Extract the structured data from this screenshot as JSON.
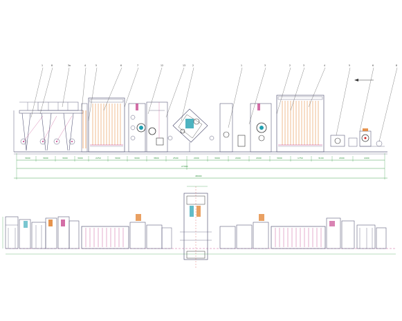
{
  "drawing": {
    "callouts_top_elevation": [
      "1",
      "8",
      "3a",
      "4",
      "5",
      "6",
      "7",
      "12",
      "13",
      "2",
      "1",
      "3",
      "2",
      "3",
      "4",
      "5",
      "6",
      "8"
    ],
    "dimension_labels": [
      "3000",
      "3000",
      "3000",
      "3000",
      "2250",
      "3000",
      "3000",
      "3800",
      "2500",
      "2000",
      "3000",
      "2000",
      "2000",
      "3000",
      "1750",
      "3100",
      "2000",
      "4400",
      "27000",
      "48000"
    ]
  },
  "colors": {
    "outline": "#5a5a7a",
    "magenta": "#c03080",
    "green_dim": "#1a8a2a",
    "orange": "#e07820",
    "cyan": "#20a0b0",
    "red": "#d02020",
    "dark": "#333333"
  },
  "icons": {
    "direction_arrow": "arrow-left-icon"
  }
}
